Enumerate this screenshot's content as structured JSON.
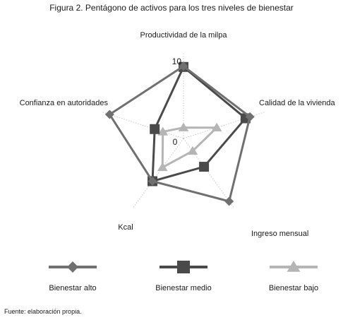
{
  "figure_title": "Figura 2. Pentágono de activos para los tres niveles de bienestar",
  "source_note": "Fuente: elaboración propia.",
  "chart_data": {
    "type": "radar",
    "title": "Figura 2. Pentágono de activos para los tres niveles de bienestar",
    "axes": [
      "Productividad de la milpa",
      "Calidad de la vivienda",
      "Ingreso mensual",
      "Kcal",
      "Confianza en autoridades"
    ],
    "range": [
      0,
      10
    ],
    "tick_labels": [
      "10",
      "0"
    ],
    "grid": "radial spokes (dotted)",
    "legend_position": "bottom",
    "series": [
      {
        "name": "Bienestar alto",
        "values": [
          9.3,
          9.0,
          10.0,
          6.8,
          10.0
        ],
        "color": "#707070",
        "marker": "diamond"
      },
      {
        "name": "Bienestar medio",
        "values": [
          9.2,
          8.4,
          4.5,
          6.8,
          3.9
        ],
        "color": "#4a4a4a",
        "marker": "square"
      },
      {
        "name": "Bienestar bajo",
        "values": [
          1.4,
          4.5,
          2.0,
          4.6,
          2.8
        ],
        "color": "#b5b5b5",
        "marker": "triangle"
      }
    ]
  }
}
